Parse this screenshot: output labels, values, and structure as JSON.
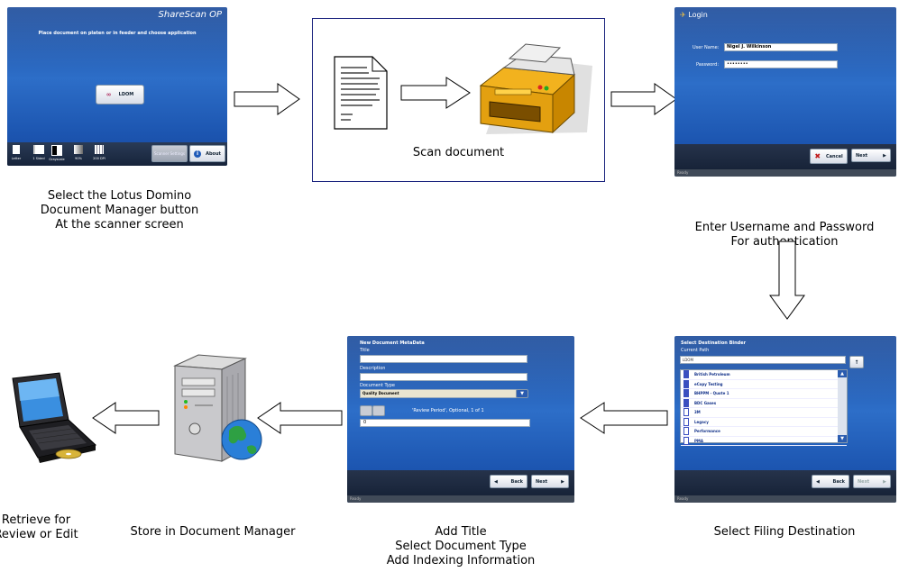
{
  "captions": {
    "step1": [
      "Select the Lotus Domino",
      "Document Manager button",
      "At the scanner screen"
    ],
    "step2": "Scan document",
    "step3": [
      "Enter Username and Password",
      "For authentication"
    ],
    "step4": "Select Filing Destination",
    "step5": [
      "Add Title",
      "Select Document Type",
      "Add Indexing Information"
    ],
    "step6": "Store in Document Manager",
    "step7": [
      "Retrieve for",
      "Review or Edit"
    ]
  },
  "scanner_screen": {
    "brand": "ShareScan OP",
    "instruction": "Place document on platen or in feeder and choose application",
    "app_button": "LDOM",
    "settings": [
      "Letter",
      "1 Sided",
      "Grayscale",
      "90%",
      "200 DPI"
    ],
    "scanner_settings_button": "Scanner Settings",
    "about_button": "About"
  },
  "login_screen": {
    "title": "Login",
    "username_label": "User Name:",
    "username_value": "Nigel J. Wilkinson",
    "password_label": "Password:",
    "password_value": "••••••••",
    "cancel_button": "Cancel",
    "next_button": "Next",
    "status": "Ready"
  },
  "destination_screen": {
    "title": "Select Destination Binder",
    "path_label": "Current Path",
    "path_value": "LDOM",
    "binders": [
      "British Petroleum",
      "eCopy Testing",
      "BHPPM - Quote 1",
      "BDC Gases",
      "3M",
      "Legacy",
      "Performance",
      "PMA"
    ],
    "back_button": "Back",
    "next_button": "Next",
    "status": "Ready"
  },
  "metadata_screen": {
    "title": "New Document MetaData",
    "title_label": "Title",
    "description_label": "Description",
    "doc_type_label": "Document Type",
    "doc_type_value": "Quality Document",
    "field_info": "'Review Period', Optional, 1 of 1",
    "field_value": "0",
    "back_button": "Back",
    "next_button": "Next",
    "status": "Ready"
  },
  "colors": {
    "panel": "#2d6ec8",
    "arrow_stroke": "#000000",
    "scan_box_border": "#1a237e"
  }
}
